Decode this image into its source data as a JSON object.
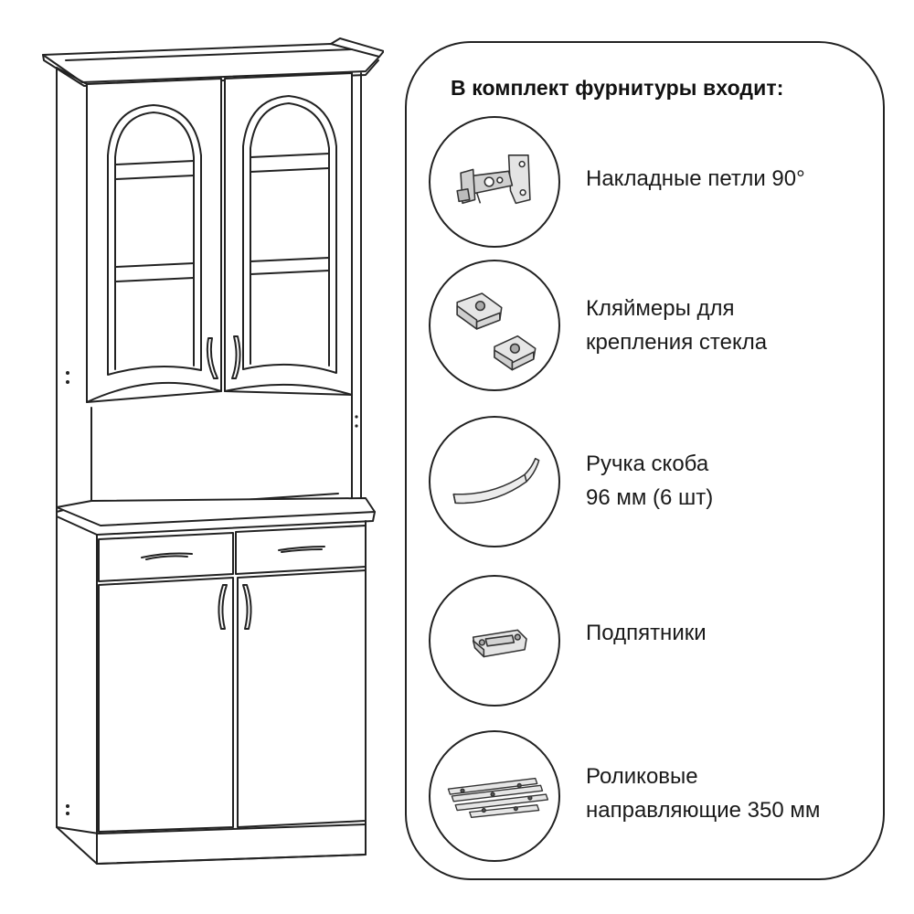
{
  "panel": {
    "title": "В комплект фурнитуры входит:",
    "items": [
      {
        "icon": "hinge-icon",
        "lines": [
          "Накладные петли 90°"
        ]
      },
      {
        "icon": "glass-clip-icon",
        "lines": [
          "Кляймеры для",
          "крепления стекла"
        ]
      },
      {
        "icon": "handle-icon",
        "lines": [
          "Ручка скоба",
          "96 мм (6 шт)"
        ]
      },
      {
        "icon": "foot-pad-icon",
        "lines": [
          "Подпятники"
        ]
      },
      {
        "icon": "drawer-slide-icon",
        "lines": [
          "Роликовые",
          "направляющие 350 мм"
        ]
      }
    ]
  }
}
